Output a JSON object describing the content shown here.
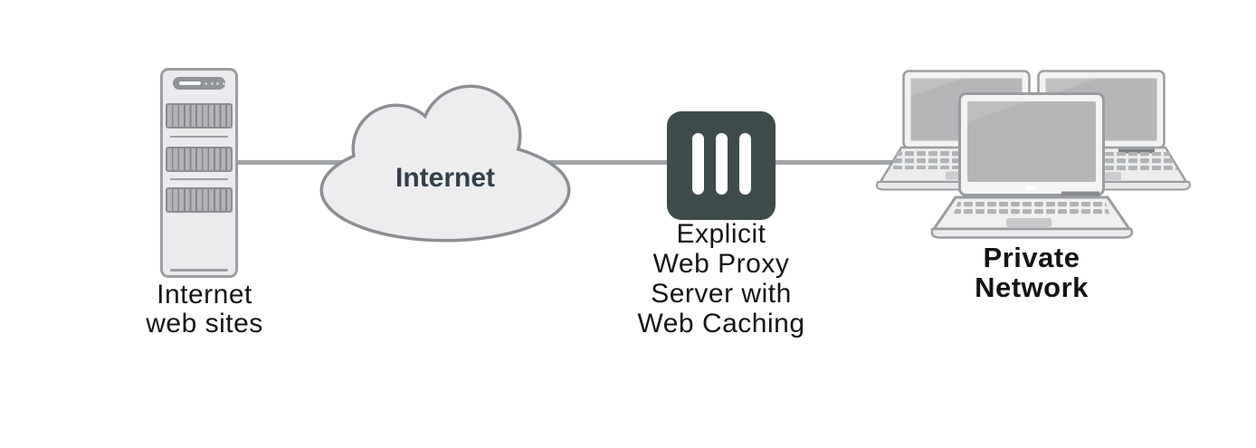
{
  "diagram_type": "network-topology",
  "nodes": {
    "internet_web_sites": {
      "icon": "server-tower-icon",
      "label_lines": [
        "Internet",
        "web sites"
      ]
    },
    "internet_cloud": {
      "icon": "cloud-icon",
      "label": "Internet"
    },
    "explicit_web_proxy": {
      "icon": "proxy-server-icon",
      "label_lines": [
        "Explicit",
        "Web Proxy",
        "Server with",
        "Web Caching"
      ]
    },
    "private_network": {
      "icon": "laptop-group-icon",
      "laptop_count": 3,
      "label_lines": [
        "Private",
        "Network"
      ]
    }
  },
  "edges": [
    {
      "from": "internet_web_sites",
      "to": "internet_cloud"
    },
    {
      "from": "internet_cloud",
      "to": "explicit_web_proxy"
    },
    {
      "from": "explicit_web_proxy",
      "to": "private_network"
    }
  ],
  "colors": {
    "background": "#ffffff",
    "connector_line": "#a1a4a6",
    "outline": "#9a9da0",
    "device_body_fill": "#ebebed",
    "screen_fill": "#b4b6b8",
    "cloud_fill": "#ededef",
    "cloud_stroke": "#8c8f92",
    "proxy_fill": "#3e4b4b",
    "proxy_bars": "#ffffff",
    "cloud_label_text": "#333f49",
    "label_text": "#141414"
  }
}
